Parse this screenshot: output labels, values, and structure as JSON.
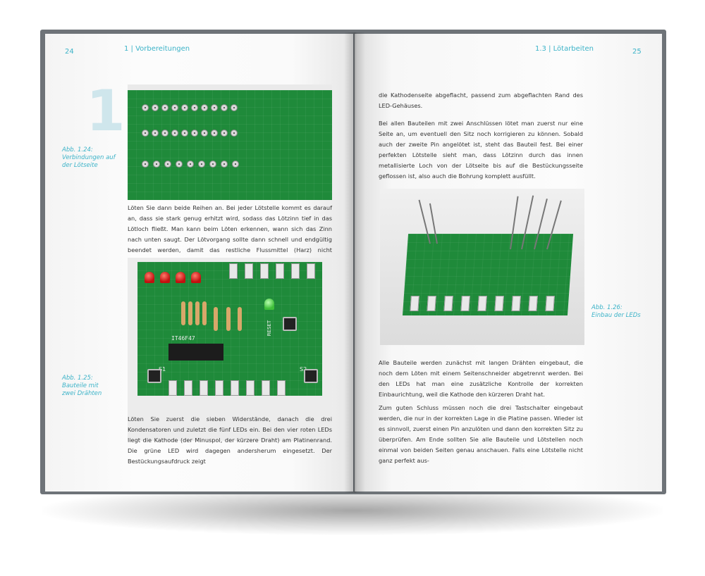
{
  "left_page": {
    "page_number": "24",
    "running_head": "1 | Vorbereitungen",
    "chapter_number": "1",
    "caption_1": "Abb. 1.24:\nVerbindungen auf\nder Lötseite",
    "para_1": "Löten Sie dann beide Reihen an. Bei jeder Lötstelle kommt es darauf an, dass sie stark genug erhitzt wird, sodass das Lötzinn tief in das Lötloch fließt. Man kann beim Löten erkennen, wann sich das Zinn nach unten saugt. Der Lötvorgang sollte dann schnell und endgültig beendet werden, damit das restliche Flussmittel (Harz) nicht vollständig verdampft. Eine gelungene Lötstelle erkennt man an dem glänzenden Metall und der Bedeckung mit Flussmittel.",
    "caption_2": "Abb. 1.25:\nBauteile mit\nzwei Drähten",
    "para_2": "Löten Sie zuerst die sieben Widerstände, danach die drei Kondensatoren und zuletzt die fünf LEDs ein. Bei den vier roten LEDs liegt die Kathode (der Minuspol, der kürzere Draht) am Platinenrand. Die grüne LED wird dagegen andersherum eingesetzt. Der Bestückungsaufdruck zeigt"
  },
  "right_page": {
    "page_number": "25",
    "running_head": "1.3 | Lötarbeiten",
    "para_1": "die Kathodenseite abgeflacht, passend zum abgeflachten Rand des LED-Gehäuses.",
    "para_2": "Bei allen Bauteilen mit zwei Anschlüssen lötet man zuerst nur eine Seite an, um eventuell den Sitz noch korrigieren zu können. Sobald auch der zweite Pin angelötet ist, steht das Bauteil fest. Bei einer perfekten Lötstelle sieht man, dass Lötzinn durch das innen metallisierte Loch von der Lötseite bis auf die Bestückungsseite geflossen ist, also auch die Bohrung komplett ausfüllt.",
    "caption_1": "Abb. 1.26:\nEinbau der LEDs",
    "para_3": "Alle Bauteile werden zunächst mit langen Drähten eingebaut, die noch dem Löten mit einem Seitenschneider abgetrennt werden. Bei den LEDs hat man eine zusätzliche Kontrolle der korrekten Einbaurichtung, weil die Kathode den kürzeren Draht hat.",
    "para_4": "Zum guten Schluss müssen noch die drei Tastschalter eingebaut werden, die nur in der korrekten Lage in die Platine passen. Wieder ist es sinnvoll, zuerst einen Pin anzulöten und dann den korrekten Sitz zu überprüfen. Am Ende sollten Sie alle Bauteile und Lötstellen noch einmal von beiden Seiten genau anschauen. Falls eine Lötstelle nicht ganz perfekt aus-"
  },
  "pcb_labels": {
    "chip": "IT46F47",
    "reset": "RESET",
    "s1": "S1",
    "s2": "S2"
  },
  "colors": {
    "accent": "#3cb3c8",
    "pcb_green": "#1f8a3a",
    "cover": "#6e7378"
  }
}
